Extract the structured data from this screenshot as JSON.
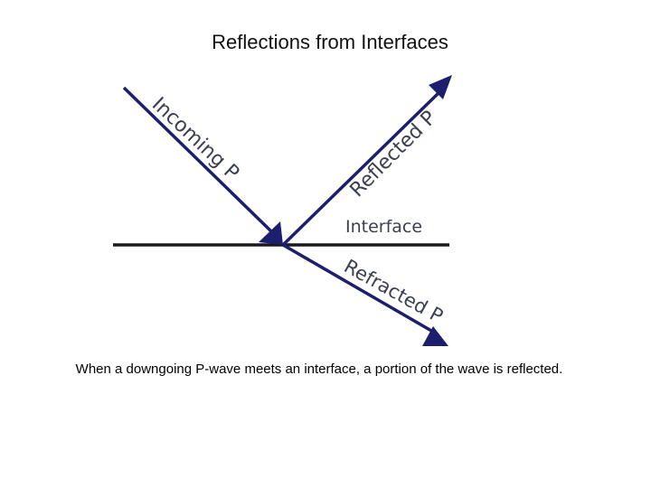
{
  "slide": {
    "title": "Reflections from Interfaces",
    "caption": "When a downgoing P-wave meets an interface, a portion of the wave is reflected."
  },
  "diagram": {
    "labels": {
      "incoming": "Incoming P",
      "reflected": "Reflected P",
      "interface": "Interface",
      "refracted": "Refracted P"
    },
    "colors": {
      "ray": "#1c1f6e",
      "interface_line": "#1a1a1a",
      "label_text": "#3a3f52"
    }
  }
}
